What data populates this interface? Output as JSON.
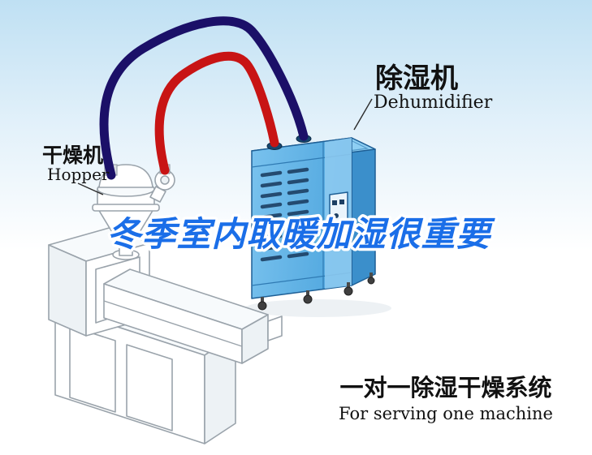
{
  "title": {
    "text": "冬季室内取暖加湿很重要",
    "color": "#1a6ee8",
    "outline": "#ffffff"
  },
  "labels": {
    "hopper": {
      "cn": "干燥机",
      "en": "Hopper"
    },
    "dehumidifier": {
      "cn": "除湿机",
      "en": "Dehumidifier"
    }
  },
  "caption": {
    "cn": "一对一除湿干燥系统",
    "en": "For serving one machine"
  },
  "colors": {
    "sky_top": "#bfe0f3",
    "sky_mid": "#e3f1fa",
    "pipe_blue": "#1b1068",
    "pipe_red": "#c81414",
    "cabinet_front_light": "#79c2ee",
    "cabinet_front": "#4fa6de",
    "cabinet_side": "#3b8fcb",
    "cabinet_top": "#8ecff3",
    "vent_slot": "#1d3f63",
    "text_color": "#111111"
  }
}
